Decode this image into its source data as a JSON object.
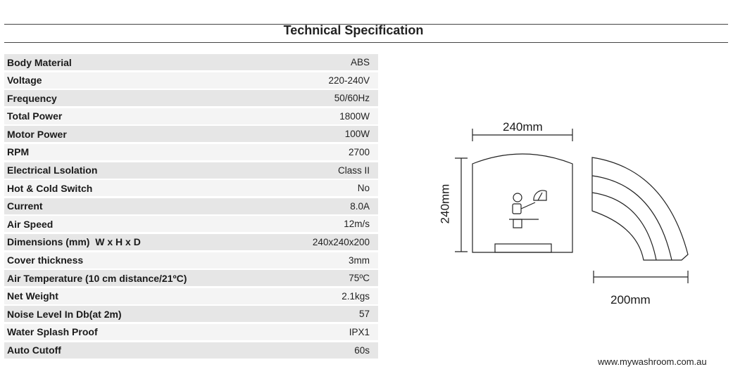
{
  "page": {
    "title": "Technical Specification",
    "website": "www.mywashroom.com.au"
  },
  "specs": [
    {
      "label": "Body Material",
      "value": "ABS"
    },
    {
      "label": "Voltage",
      "value": "220-240V"
    },
    {
      "label": "Frequency",
      "value": "50/60Hz"
    },
    {
      "label": "Total Power",
      "value": "1800W"
    },
    {
      "label": "Motor Power",
      "value": "100W"
    },
    {
      "label": "RPM",
      "value": "2700"
    },
    {
      "label": "Electrical Lsolation",
      "value": "Class II"
    },
    {
      "label": "Hot & Cold Switch",
      "value": "No"
    },
    {
      "label": "Current",
      "value": "8.0A"
    },
    {
      "label": "Air Speed",
      "value": "12m/s"
    },
    {
      "label": "Dimensions (mm)  W x H x D",
      "value": "240x240x200"
    },
    {
      "label": "Cover thickness",
      "value": "3mm"
    },
    {
      "label": "Air Temperature (10 cm distance/21ºC)",
      "value": "75ºC"
    },
    {
      "label": "Net Weight",
      "value": "2.1kgs"
    },
    {
      "label": "Noise Level In Db(at 2m)",
      "value": "57"
    },
    {
      "label": "Water Splash Proof",
      "value": "IPX1"
    },
    {
      "label": "Auto Cutoff",
      "value": "60s"
    }
  ],
  "diagram": {
    "width_label": "240mm",
    "height_label": "240mm",
    "depth_label": "200mm"
  }
}
